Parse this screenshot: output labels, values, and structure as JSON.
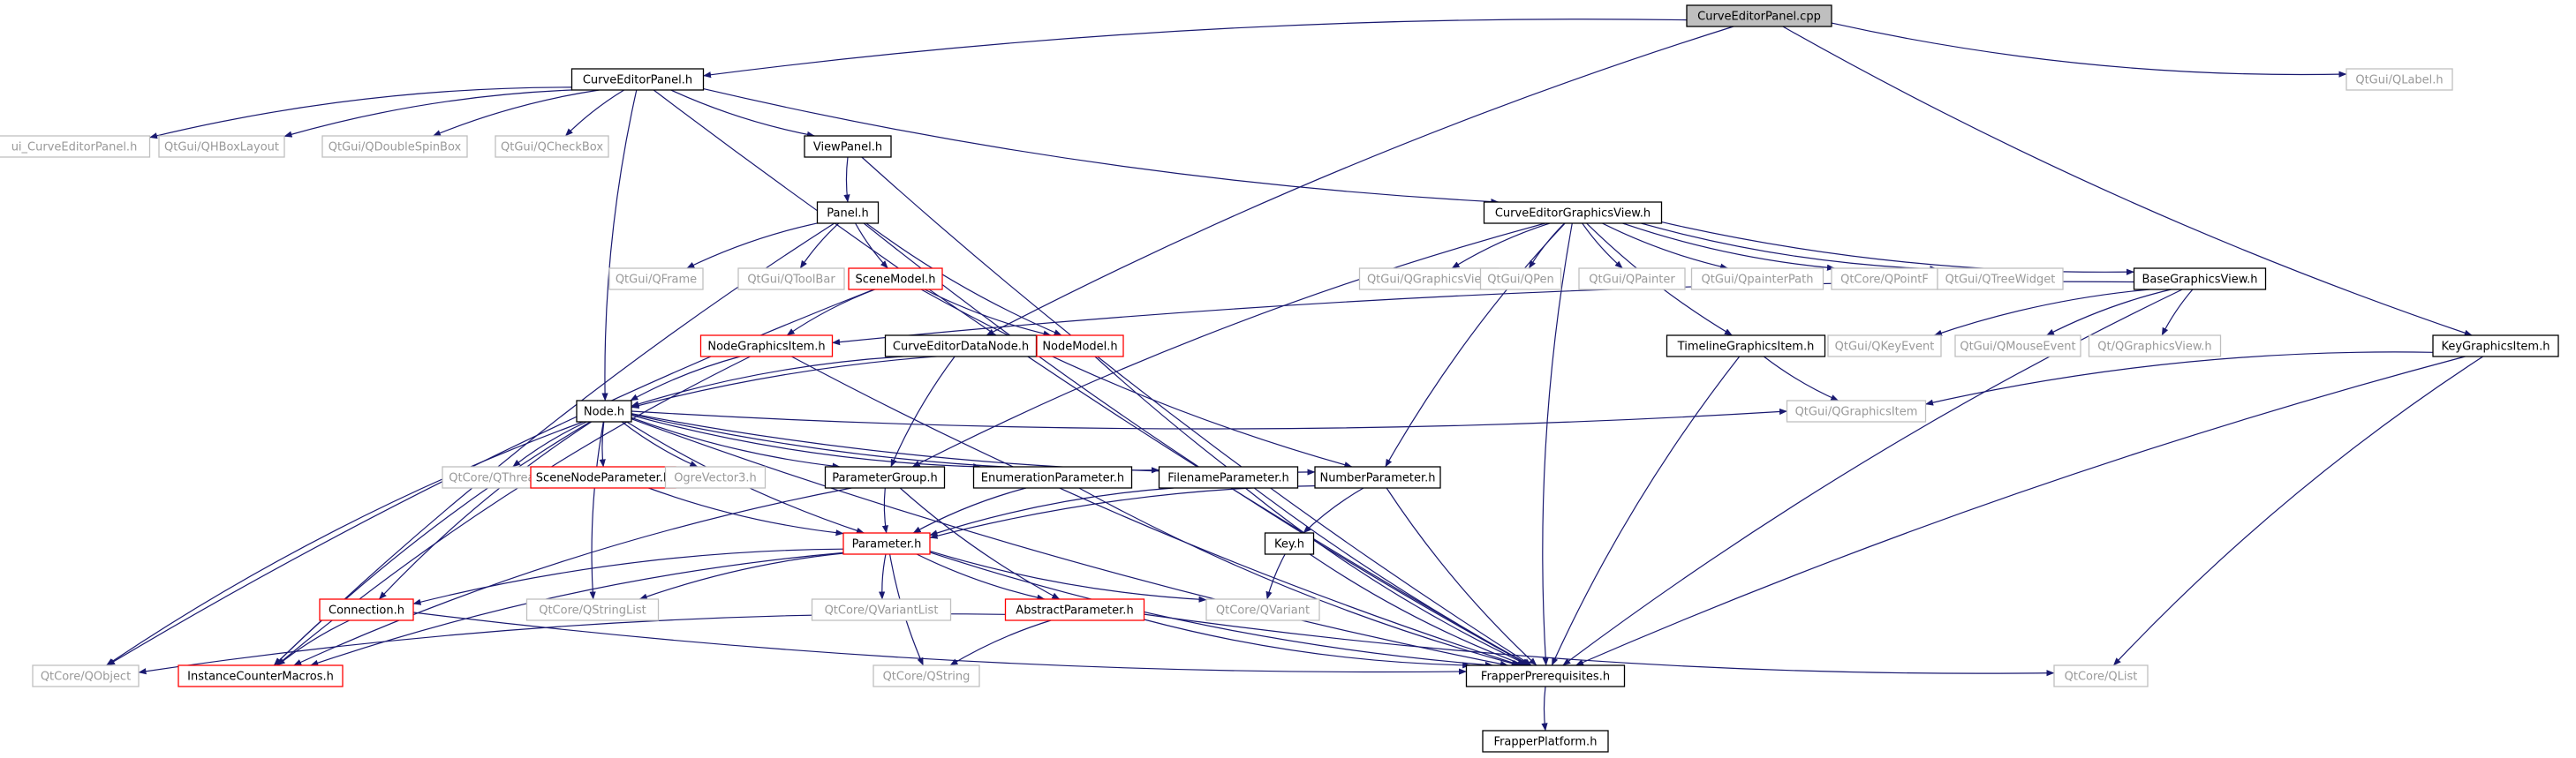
{
  "diagram": {
    "title": "",
    "colors": {
      "edge": "#191970",
      "arrowhead": "#191970",
      "root_fill": "#bfbfbf",
      "root_border": "#000000",
      "documented_border": "#000000",
      "external_border": "#bfbfbf",
      "external_text": "#999999",
      "expandable_border": "#ff0000",
      "text": "#000000"
    },
    "nodes": [
      {
        "id": "cep_cpp",
        "label": "CurveEditorPanel.cpp",
        "kind": "root"
      },
      {
        "id": "cep_h",
        "label": "CurveEditorPanel.h",
        "kind": "doc"
      },
      {
        "id": "qlabel",
        "label": "QtGui/QLabel.h",
        "kind": "ext"
      },
      {
        "id": "ui_cep",
        "label": "ui_CurveEditorPanel.h",
        "kind": "ext"
      },
      {
        "id": "qhbox",
        "label": "QtGui/QHBoxLayout",
        "kind": "ext"
      },
      {
        "id": "qdspin",
        "label": "QtGui/QDoubleSpinBox",
        "kind": "ext"
      },
      {
        "id": "qcheck",
        "label": "QtGui/QCheckBox",
        "kind": "ext"
      },
      {
        "id": "viewpanel",
        "label": "ViewPanel.h",
        "kind": "doc"
      },
      {
        "id": "panel",
        "label": "Panel.h",
        "kind": "doc"
      },
      {
        "id": "cegv",
        "label": "CurveEditorGraphicsView.h",
        "kind": "doc"
      },
      {
        "id": "qframe",
        "label": "QtGui/QFrame",
        "kind": "ext"
      },
      {
        "id": "qtoolbar",
        "label": "QtGui/QToolBar",
        "kind": "ext"
      },
      {
        "id": "scenemodel",
        "label": "SceneModel.h",
        "kind": "red"
      },
      {
        "id": "qgv",
        "label": "QtGui/QGraphicsView",
        "kind": "ext"
      },
      {
        "id": "qpen",
        "label": "QtGui/QPen",
        "kind": "ext"
      },
      {
        "id": "qpainter",
        "label": "QtGui/QPainter",
        "kind": "ext"
      },
      {
        "id": "qpainterpath",
        "label": "QtGui/QpainterPath",
        "kind": "ext"
      },
      {
        "id": "qpointf",
        "label": "QtCore/QPointF",
        "kind": "ext"
      },
      {
        "id": "qtreewidget",
        "label": "QtGui/QTreeWidget",
        "kind": "ext"
      },
      {
        "id": "bgv",
        "label": "BaseGraphicsView.h",
        "kind": "doc"
      },
      {
        "id": "ngi",
        "label": "NodeGraphicsItem.h",
        "kind": "red"
      },
      {
        "id": "cedn",
        "label": "CurveEditorDataNode.h",
        "kind": "doc"
      },
      {
        "id": "nodemodel",
        "label": "NodeModel.h",
        "kind": "red"
      },
      {
        "id": "tgi",
        "label": "TimelineGraphicsItem.h",
        "kind": "doc"
      },
      {
        "id": "qkeyevent",
        "label": "QtGui/QKeyEvent",
        "kind": "ext"
      },
      {
        "id": "qmouseevent",
        "label": "QtGui/QMouseEvent",
        "kind": "ext"
      },
      {
        "id": "qgvh",
        "label": "Qt/QGraphicsView.h",
        "kind": "ext"
      },
      {
        "id": "kgi",
        "label": "KeyGraphicsItem.h",
        "kind": "doc"
      },
      {
        "id": "node",
        "label": "Node.h",
        "kind": "doc"
      },
      {
        "id": "qgi",
        "label": "QtGui/QGraphicsItem",
        "kind": "ext"
      },
      {
        "id": "qthread",
        "label": "QtCore/QThread",
        "kind": "ext"
      },
      {
        "id": "snp",
        "label": "SceneNodeParameter.h",
        "kind": "red"
      },
      {
        "id": "ogrevec",
        "label": "OgreVector3.h",
        "kind": "ext"
      },
      {
        "id": "pgroup",
        "label": "ParameterGroup.h",
        "kind": "doc"
      },
      {
        "id": "enump",
        "label": "EnumerationParameter.h",
        "kind": "doc"
      },
      {
        "id": "filep",
        "label": "FilenameParameter.h",
        "kind": "doc"
      },
      {
        "id": "nump",
        "label": "NumberParameter.h",
        "kind": "doc"
      },
      {
        "id": "param",
        "label": "Parameter.h",
        "kind": "red"
      },
      {
        "id": "key",
        "label": "Key.h",
        "kind": "doc"
      },
      {
        "id": "conn",
        "label": "Connection.h",
        "kind": "red"
      },
      {
        "id": "qstringlist",
        "label": "QtCore/QStringList",
        "kind": "ext"
      },
      {
        "id": "qvariantlist",
        "label": "QtCore/QVariantList",
        "kind": "ext"
      },
      {
        "id": "absp",
        "label": "AbstractParameter.h",
        "kind": "red"
      },
      {
        "id": "qvariant",
        "label": "QtCore/QVariant",
        "kind": "ext"
      },
      {
        "id": "qobject",
        "label": "QtCore/QObject",
        "kind": "ext"
      },
      {
        "id": "icm",
        "label": "InstanceCounterMacros.h",
        "kind": "red"
      },
      {
        "id": "qstring",
        "label": "QtCore/QString",
        "kind": "ext"
      },
      {
        "id": "fprereq",
        "label": "FrapperPrerequisites.h",
        "kind": "doc"
      },
      {
        "id": "qlist",
        "label": "QtCore/QList",
        "kind": "ext"
      },
      {
        "id": "fplat",
        "label": "FrapperPlatform.h",
        "kind": "doc"
      }
    ],
    "edges": [
      [
        "cep_cpp",
        "cep_h"
      ],
      [
        "cep_cpp",
        "qlabel"
      ],
      [
        "cep_cpp",
        "cedn"
      ],
      [
        "cep_cpp",
        "kgi"
      ],
      [
        "cep_h",
        "ui_cep"
      ],
      [
        "cep_h",
        "qhbox"
      ],
      [
        "cep_h",
        "qdspin"
      ],
      [
        "cep_h",
        "qcheck"
      ],
      [
        "cep_h",
        "viewpanel"
      ],
      [
        "cep_h",
        "cegv"
      ],
      [
        "cep_h",
        "node"
      ],
      [
        "cep_h",
        "fprereq"
      ],
      [
        "viewpanel",
        "panel"
      ],
      [
        "viewpanel",
        "fprereq"
      ],
      [
        "panel",
        "qframe"
      ],
      [
        "panel",
        "qtoolbar"
      ],
      [
        "panel",
        "scenemodel"
      ],
      [
        "panel",
        "nodemodel"
      ],
      [
        "panel",
        "icm"
      ],
      [
        "panel",
        "fprereq"
      ],
      [
        "cegv",
        "qgv"
      ],
      [
        "cegv",
        "qpen"
      ],
      [
        "cegv",
        "qpainter"
      ],
      [
        "cegv",
        "qpainterpath"
      ],
      [
        "cegv",
        "qpointf"
      ],
      [
        "cegv",
        "qtreewidget"
      ],
      [
        "cegv",
        "bgv"
      ],
      [
        "cegv",
        "tgi"
      ],
      [
        "cegv",
        "nump"
      ],
      [
        "cegv",
        "pgroup"
      ],
      [
        "cegv",
        "fprereq"
      ],
      [
        "scenemodel",
        "ngi"
      ],
      [
        "scenemodel",
        "nodemodel"
      ],
      [
        "scenemodel",
        "qobject"
      ],
      [
        "scenemodel",
        "nump"
      ],
      [
        "bgv",
        "qkeyevent"
      ],
      [
        "bgv",
        "qmouseevent"
      ],
      [
        "bgv",
        "qgvh"
      ],
      [
        "bgv",
        "ngi"
      ],
      [
        "bgv",
        "fprereq"
      ],
      [
        "ngi",
        "node"
      ],
      [
        "ngi",
        "icm"
      ],
      [
        "ngi",
        "fprereq"
      ],
      [
        "cedn",
        "node"
      ],
      [
        "cedn",
        "pgroup"
      ],
      [
        "nodemodel",
        "node"
      ],
      [
        "nodemodel",
        "fprereq"
      ],
      [
        "tgi",
        "qgi"
      ],
      [
        "tgi",
        "fprereq"
      ],
      [
        "kgi",
        "qgi"
      ],
      [
        "kgi",
        "fprereq"
      ],
      [
        "kgi",
        "qlist"
      ],
      [
        "node",
        "qthread"
      ],
      [
        "node",
        "snp"
      ],
      [
        "node",
        "ogrevec"
      ],
      [
        "node",
        "pgroup"
      ],
      [
        "node",
        "enump"
      ],
      [
        "node",
        "filep"
      ],
      [
        "node",
        "nump"
      ],
      [
        "node",
        "param"
      ],
      [
        "node",
        "conn"
      ],
      [
        "node",
        "qstringlist"
      ],
      [
        "node",
        "qobject"
      ],
      [
        "node",
        "icm"
      ],
      [
        "node",
        "fprereq"
      ],
      [
        "node",
        "qgi"
      ],
      [
        "snp",
        "param"
      ],
      [
        "pgroup",
        "param"
      ],
      [
        "pgroup",
        "absp"
      ],
      [
        "pgroup",
        "icm"
      ],
      [
        "enump",
        "param"
      ],
      [
        "enump",
        "fprereq"
      ],
      [
        "filep",
        "param"
      ],
      [
        "filep",
        "fprereq"
      ],
      [
        "nump",
        "param"
      ],
      [
        "nump",
        "key"
      ],
      [
        "nump",
        "fprereq"
      ],
      [
        "param",
        "conn"
      ],
      [
        "param",
        "qstringlist"
      ],
      [
        "param",
        "qvariantlist"
      ],
      [
        "param",
        "absp"
      ],
      [
        "param",
        "qvariant"
      ],
      [
        "param",
        "qstring"
      ],
      [
        "param",
        "icm"
      ],
      [
        "param",
        "fprereq"
      ],
      [
        "key",
        "qvariant"
      ],
      [
        "key",
        "fprereq"
      ],
      [
        "conn",
        "icm"
      ],
      [
        "conn",
        "fprereq"
      ],
      [
        "absp",
        "qobject"
      ],
      [
        "absp",
        "qstring"
      ],
      [
        "absp",
        "fprereq"
      ],
      [
        "absp",
        "qlist"
      ],
      [
        "fprereq",
        "fplat"
      ]
    ]
  }
}
